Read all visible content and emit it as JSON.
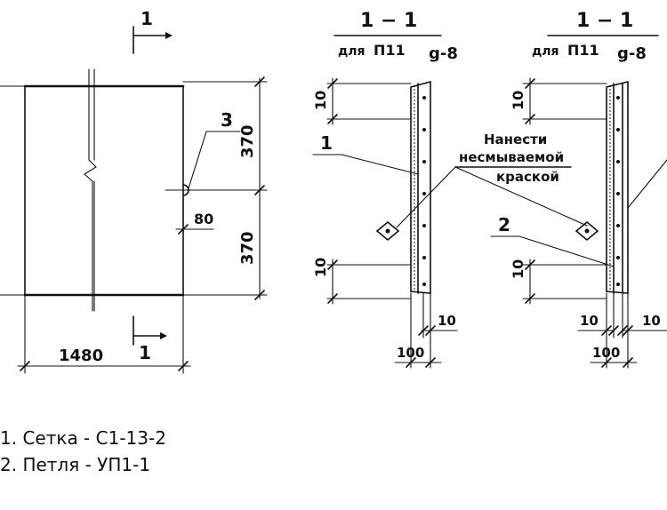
{
  "plan": {
    "section_mark": "1",
    "dim_width": "1480",
    "dim_top_half": "370",
    "dim_bottom_half": "370",
    "dim_loop": "80",
    "item_callout": "3"
  },
  "section_left": {
    "title": "1 − 1",
    "subtitle_a": "для",
    "subtitle_b": "П11",
    "subtitle_c": "g-8",
    "dim_top": "10",
    "dim_bottom": "10",
    "dim_side": "10",
    "dim_base": "100",
    "item_callout": "1"
  },
  "section_right": {
    "title": "1 − 1",
    "subtitle_a": "для",
    "subtitle_b": "П11",
    "subtitle_c": "g-8",
    "dim_top": "10",
    "dim_bottom": "10",
    "dim_side_left": "10",
    "dim_side_right": "10",
    "dim_base": "100",
    "item_callout": "2"
  },
  "marking_note": {
    "line1": "Нанести",
    "line2": "несмываемой",
    "line3": "краской"
  },
  "notes": [
    "1. Сетка - С1-13-2",
    "2. Петля - УП1-1"
  ]
}
